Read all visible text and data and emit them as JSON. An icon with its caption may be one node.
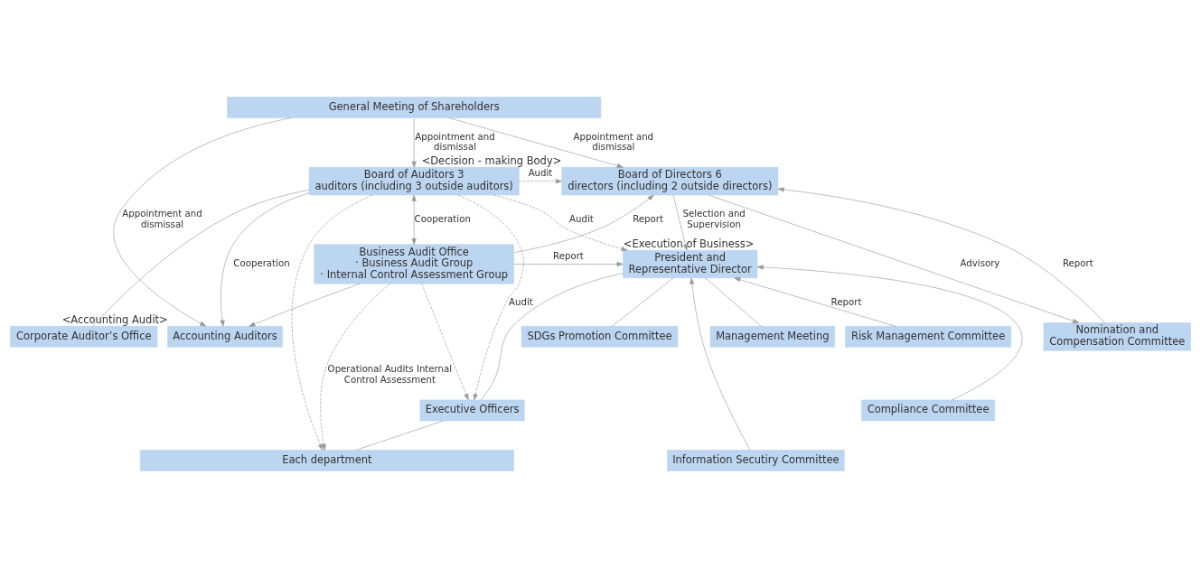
{
  "diagram": {
    "nodes": [
      {
        "text": [
          "General Meeting of Shareholders"
        ]
      },
      {
        "text": [
          "Board of Directors 6 directors (including 2 outside directors)"
        ],
        "beside": [
          "<Decision - making Body>"
        ]
      },
      {
        "text": [
          "Board of Auditors 3 auditors (including 3 outside auditors)"
        ]
      },
      {
        "text": [
          "Nomination and Compensation Committee"
        ]
      },
      {
        "text": [
          "Corporate Auditor’s Office"
        ]
      },
      {
        "text": [
          "Accounting Auditors"
        ],
        "beside": [
          "<Accounting Audit>"
        ]
      },
      {
        "text": [
          "President and Representative Director"
        ],
        "beside": [
          "<Execution of Business>"
        ]
      },
      {
        "text": [
          "Business Audit Office",
          "· Business Audit Group",
          "· Internal Control Assessment Group"
        ]
      },
      {
        "text": [
          "Risk Management Committee"
        ]
      },
      {
        "text": [
          "SDGs Promotion Committee"
        ]
      },
      {
        "text": [
          "Management Meeting"
        ]
      },
      {
        "text": [
          "Compliance Committee"
        ]
      },
      {
        "text": [
          "Information Secutiry Committee"
        ]
      },
      {
        "text": [
          "Executive Officers"
        ]
      },
      {
        "text": [
          "Each department"
        ]
      }
    ],
    "edges": [
      {
        "from": 0,
        "to": 1,
        "arrow": "to",
        "label": "Appointment and dismissal"
      },
      {
        "from": 0,
        "to": 2,
        "arrow": "to",
        "label": "Appointment and dismissal"
      },
      {
        "from": 0,
        "to": 5,
        "arrow": "to",
        "label": "Appointment and dismissal"
      },
      {
        "from": 1,
        "to": 3,
        "arrow": "to",
        "label": "Advisory"
      },
      {
        "from": 3,
        "to": 1,
        "arrow": "to",
        "label": "Report"
      },
      {
        "from": 2,
        "to": 1,
        "arrow": "to",
        "label": "Audit",
        "style": "dashed"
      },
      {
        "from": 2,
        "to": 6,
        "arrow": "to",
        "label": "Audit",
        "style": "dashed"
      },
      {
        "from": 2,
        "to": 13,
        "arrow": "to",
        "label": "Audit",
        "style": "dashed"
      },
      {
        "from": 2,
        "to": 14,
        "arrow": "to",
        "style": "dashed"
      },
      {
        "from": 2,
        "to": 4,
        "arrow": "none"
      },
      {
        "from": 7,
        "to": 1,
        "arrow": "to",
        "label": "Report"
      },
      {
        "from": 7,
        "to": 6,
        "arrow": "to",
        "label": "Report"
      },
      {
        "from": 2,
        "to": 7,
        "arrow": "both",
        "label": "Cooperation"
      },
      {
        "from": 2,
        "to": 5,
        "arrow": "to",
        "label": "Cooperation"
      },
      {
        "from": 7,
        "to": 5,
        "arrow": "to"
      },
      {
        "from": 1,
        "to": 6,
        "arrow": "to",
        "label": "Selection and Supervision"
      },
      {
        "from": 6,
        "to": 9,
        "arrow": "none"
      },
      {
        "from": 6,
        "to": 10,
        "arrow": "none"
      },
      {
        "from": 6,
        "to": 13,
        "arrow": "none"
      },
      {
        "from": 13,
        "to": 14,
        "arrow": "none"
      },
      {
        "from": 8,
        "to": 6,
        "arrow": "to",
        "label": "Report"
      },
      {
        "from": 11,
        "to": 6,
        "arrow": "to"
      },
      {
        "from": 12,
        "to": 6,
        "arrow": "to"
      },
      {
        "from": 7,
        "to": 13,
        "arrow": "to",
        "style": "dashed"
      },
      {
        "from": 7,
        "to": 14,
        "arrow": "to",
        "style": "dashed",
        "label": "Operational Audits Internal Control Assessment"
      }
    ]
  }
}
